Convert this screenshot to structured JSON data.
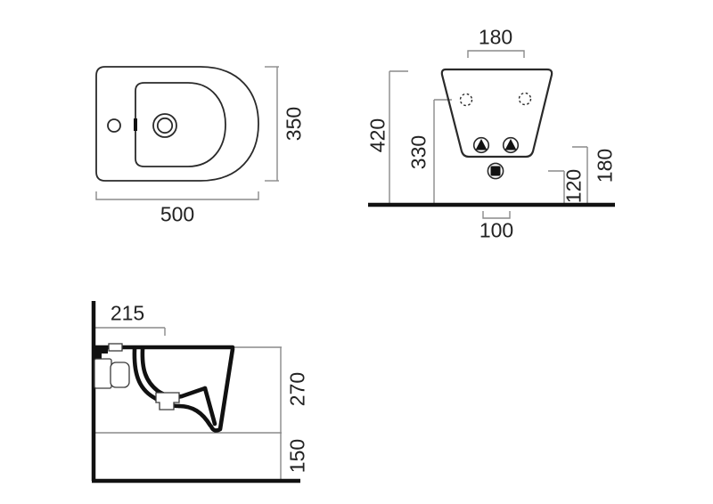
{
  "drawing": {
    "type": "technical-drawing",
    "subject": "wall-hung bidet, three orthographic views with millimetre dimensions"
  },
  "dims": {
    "plan_width": "500",
    "plan_depth": "350",
    "rear_top_width": "180",
    "rear_total_height": "420",
    "rear_fixing_height": "330",
    "rear_drain_height": "120",
    "rear_inlet_height": "180",
    "rear_drain_offset": "100",
    "side_depth": "215",
    "side_body_height": "270",
    "side_clearance": "150"
  },
  "colors": {
    "bg": "#ffffff",
    "line": "#2a2a2a",
    "thick": "#111111",
    "dim": "#8a8a8a",
    "text": "#222222"
  }
}
